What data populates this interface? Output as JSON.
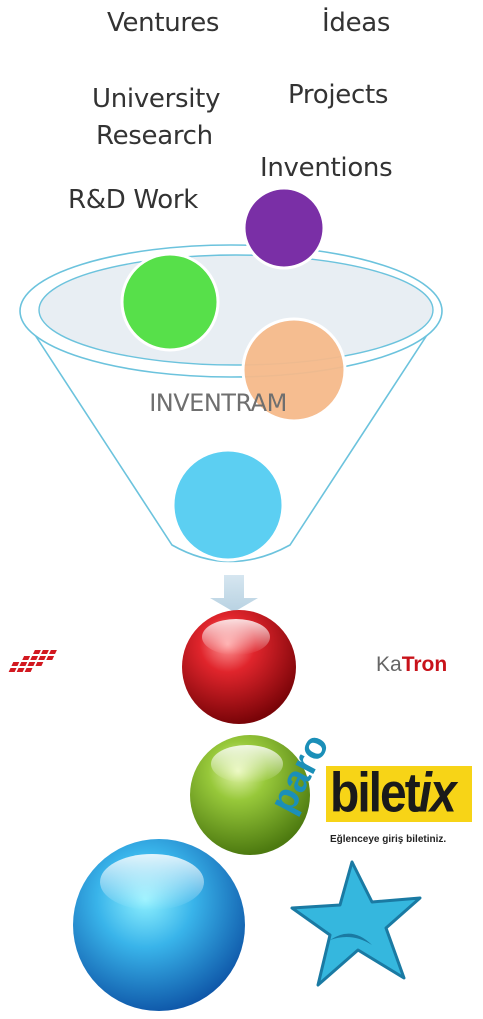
{
  "inputs": {
    "ventures": "Ventures",
    "ideas": "İdeas",
    "university": "University",
    "research": "Research",
    "projects": "Projects",
    "inventions": "Inventions",
    "rd_work": "R&D Work"
  },
  "funnel": {
    "name": "INVENTRAM"
  },
  "outputs": {
    "katron_prefix": "Ka",
    "katron_suffix": "Tron",
    "biletix_brand": "bilet",
    "biletix_brand_suffix": "ix",
    "biletix_tagline": "Eğlenceye giriş biletiniz.",
    "paro_brand": "paro"
  },
  "colors": {
    "purple": "#7a2fa6",
    "green": "#57e04a",
    "orange": "#f6b98a",
    "cyan": "#5ccff2",
    "red_sphere": "#c4121a",
    "green_sphere": "#7ab41f",
    "blue_sphere": "#1e8fd6",
    "funnel_line": "#6cc3dd"
  }
}
